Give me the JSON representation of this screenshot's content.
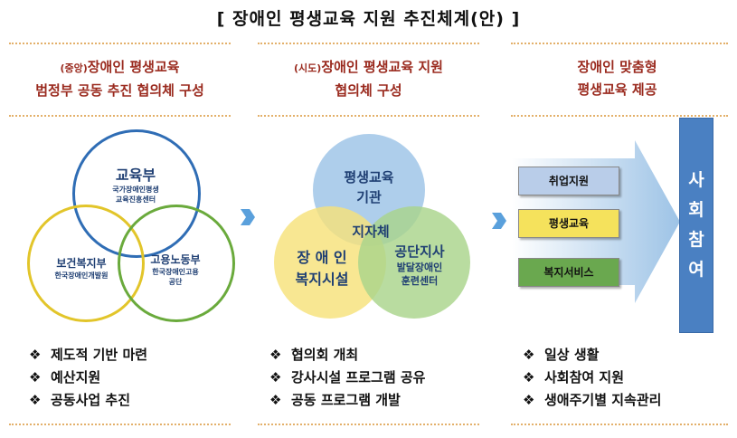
{
  "title": "[ 장애인  평생교육  지원  추진체계(안) ]",
  "columns": [
    {
      "head_prefix": "(중앙)",
      "head_line1": "장애인 평생교육",
      "head_line2": "범정부 공동 추진 협의체 구성",
      "bullets": [
        "제도적 기반 마련",
        "예산지원",
        "공동사업 추진"
      ]
    },
    {
      "head_prefix": "(시도)",
      "head_line1": "장애인 평생교육 지원",
      "head_line2": "협의체 구성",
      "bullets": [
        "협의회 개최",
        "강사시설 프로그램 공유",
        "공동 프로그램 개발"
      ]
    },
    {
      "head_prefix": "",
      "head_line1": "장애인 맞춤형",
      "head_line2": "평생교육 제공",
      "bullets": [
        "일상 생활",
        "사회참여 지원",
        "생애주기별 지속관리"
      ]
    }
  ],
  "bullet_marker": "❖",
  "venn1": {
    "top_title": "교육부",
    "top_sub1": "국가장애인평생",
    "top_sub2": "교육진흥센터",
    "left_title": "보건복지부",
    "left_sub": "한국장애인개발원",
    "right_title": "고용노동부",
    "right_sub1": "한국장애인고용",
    "right_sub2": "공단",
    "colors": {
      "top": "#2f6db5",
      "left": "#e2c52a",
      "right": "#6aaa3c"
    }
  },
  "venn2": {
    "top_line1": "평생교육",
    "top_line2": "기관",
    "left_line1": "장 애 인",
    "left_line2": "복지시설",
    "right_line1": "공단지사",
    "right_sub1": "발달장애인",
    "right_sub2": "훈련센터",
    "center": "지자체",
    "colors": {
      "top": "#9cc3e6",
      "left": "#f6e27a",
      "right": "#a9d48b"
    }
  },
  "services": [
    {
      "label": "취업지원",
      "color": "#b9cde9"
    },
    {
      "label": "평생교육",
      "color": "#f5e25c"
    },
    {
      "label": "복지서비스",
      "color": "#6aa84f"
    }
  ],
  "social": [
    "사",
    "회",
    "참",
    "여"
  ],
  "colors": {
    "heading": "#9a2a1e",
    "dotted": "#e3b06a",
    "arrow": "#3d8fd6",
    "bar": "#4a80c2"
  }
}
